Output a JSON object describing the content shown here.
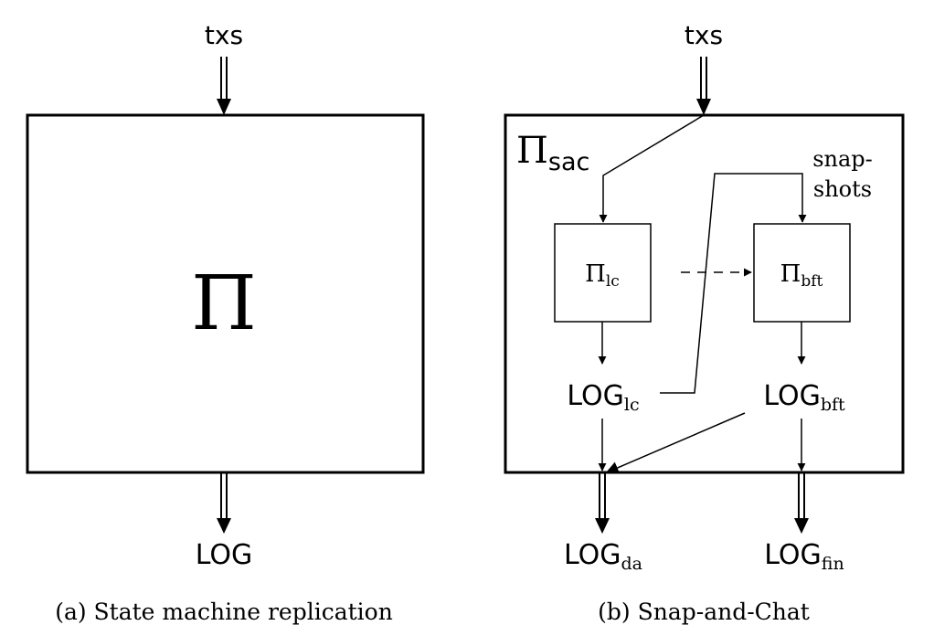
{
  "left_panel": {
    "input_label": "txs",
    "protocol_symbol": "Π",
    "output_label": "LOG",
    "caption": "(a) State machine replication"
  },
  "right_panel": {
    "input_label": "txs",
    "outer_symbol": "Π",
    "outer_subscript": "sac",
    "lc_symbol": "Π",
    "lc_subscript": "lc",
    "bft_symbol": "Π",
    "bft_subscript": "bft",
    "snapshots_line1": "snap-",
    "snapshots_line2": "shots",
    "log_lc_base": "LOG",
    "log_lc_subscript": "lc",
    "log_bft_base": "LOG",
    "log_bft_subscript": "bft",
    "log_da_base": "LOG",
    "log_da_subscript": "da",
    "log_fin_base": "LOG",
    "log_fin_subscript": "fin",
    "caption": "(b) Snap-and-Chat"
  }
}
